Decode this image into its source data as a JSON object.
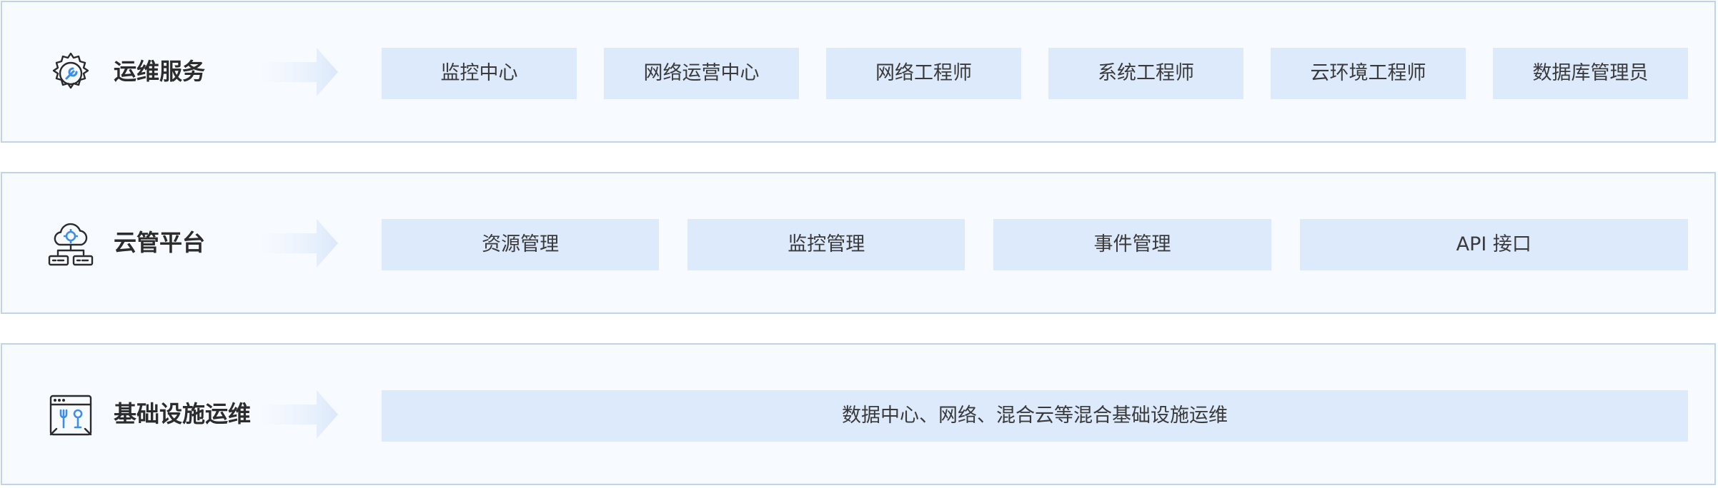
{
  "rows": [
    {
      "title": "运维服务",
      "icon": "gear-wrench-icon",
      "items": [
        "监控中心",
        "网络运营中心",
        "网络工程师",
        "系统工程师",
        "云环境工程师",
        "数据库管理员"
      ]
    },
    {
      "title": "云管平台",
      "icon": "cloud-server-icon",
      "items": [
        "资源管理",
        "监控管理",
        "事件管理",
        "API 接口"
      ]
    },
    {
      "title": "基础设施运维",
      "icon": "browser-tools-icon",
      "items": [
        "数据中心、网络、混合云等混合基础设施运维"
      ]
    }
  ],
  "colors": {
    "row_background": "#f7faff",
    "row_border": "#bcd4ec",
    "item_background": "#dceafc",
    "icon_accent": "#3d8ee8",
    "arrow": "#dfeafa",
    "title_text": "#2c2c2c"
  }
}
